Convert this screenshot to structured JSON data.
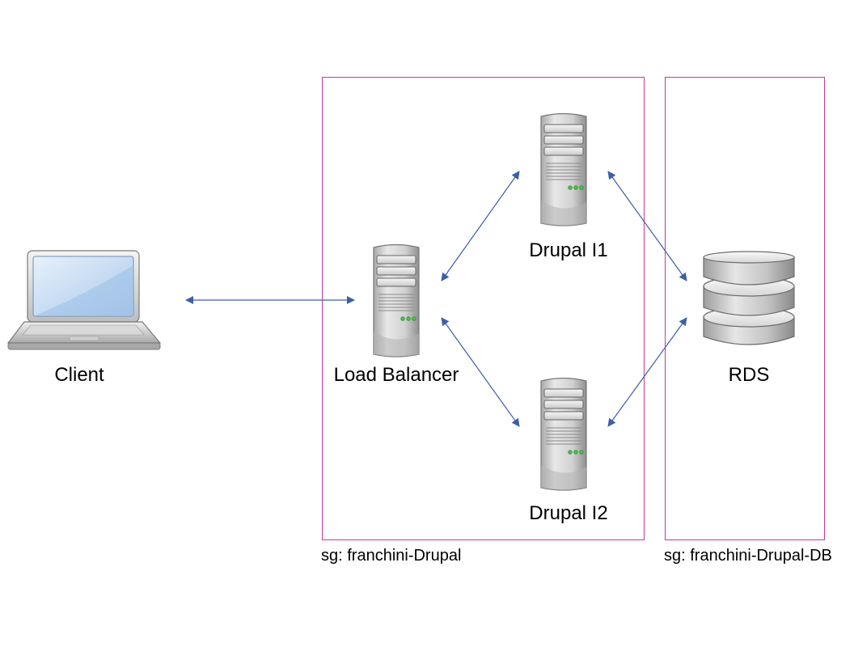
{
  "nodes": {
    "client": {
      "label": "Client",
      "icon": "laptop-icon"
    },
    "load_balancer": {
      "label": "Load Balancer",
      "icon": "server-icon"
    },
    "drupal1": {
      "label": "Drupal I1",
      "icon": "server-icon"
    },
    "drupal2": {
      "label": "Drupal I2",
      "icon": "server-icon"
    },
    "rds": {
      "label": "RDS",
      "icon": "database-icon"
    }
  },
  "groups": {
    "app": {
      "label": "sg: franchini-Drupal"
    },
    "db": {
      "label": "sg: franchini-Drupal-DB"
    }
  },
  "edges": [
    {
      "from": "client",
      "to": "load_balancer",
      "direction": "both"
    },
    {
      "from": "load_balancer",
      "to": "drupal1",
      "direction": "both"
    },
    {
      "from": "load_balancer",
      "to": "drupal2",
      "direction": "both"
    },
    {
      "from": "drupal1",
      "to": "rds",
      "direction": "both"
    },
    {
      "from": "drupal2",
      "to": "rds",
      "direction": "both"
    }
  ],
  "colors": {
    "group_border": "#c8379b",
    "arrow": "#3b5fa8"
  }
}
